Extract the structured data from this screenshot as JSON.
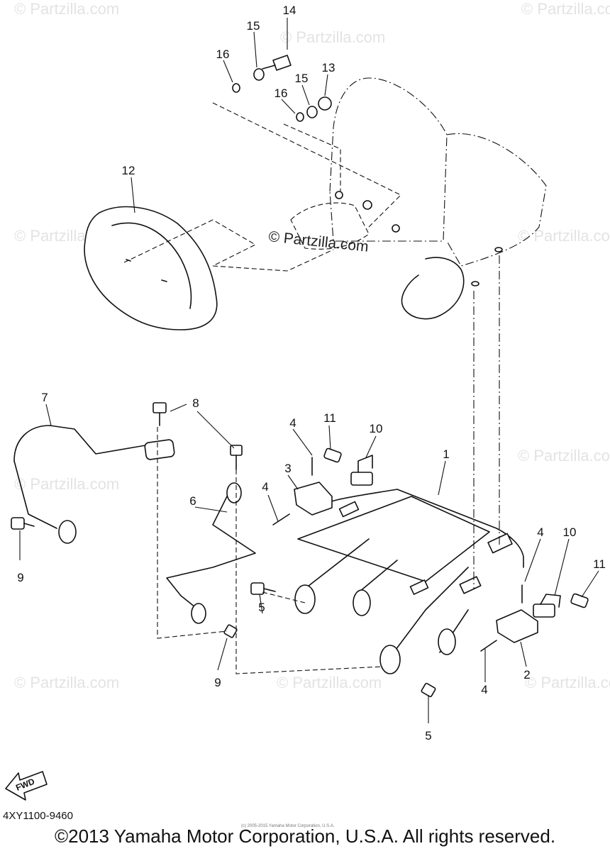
{
  "watermark": {
    "text": "© Partzilla.com",
    "center_text": "© Partzilla.com"
  },
  "callouts": {
    "c1": "1",
    "c2": "2",
    "c3": "3",
    "c4a": "4",
    "c4b": "4",
    "c4c": "4",
    "c4d": "4",
    "c5a": "5",
    "c5b": "5",
    "c6": "6",
    "c7": "7",
    "c8": "8",
    "c9a": "9",
    "c9b": "9",
    "c10a": "10",
    "c10b": "10",
    "c11a": "11",
    "c11b": "11",
    "c12": "12",
    "c13": "13",
    "c14": "14",
    "c15a": "15",
    "c15b": "15",
    "c16a": "16",
    "c16b": "16"
  },
  "fwd_label": "FWD",
  "diagram_code": "4XY1100-9460",
  "copyright": "©2013 Yamaha Motor Corporation, U.S.A. All rights reserved.",
  "tiny_credit": "(c) 2005-2015 Yamaha Motor Corporation, U.S.A."
}
